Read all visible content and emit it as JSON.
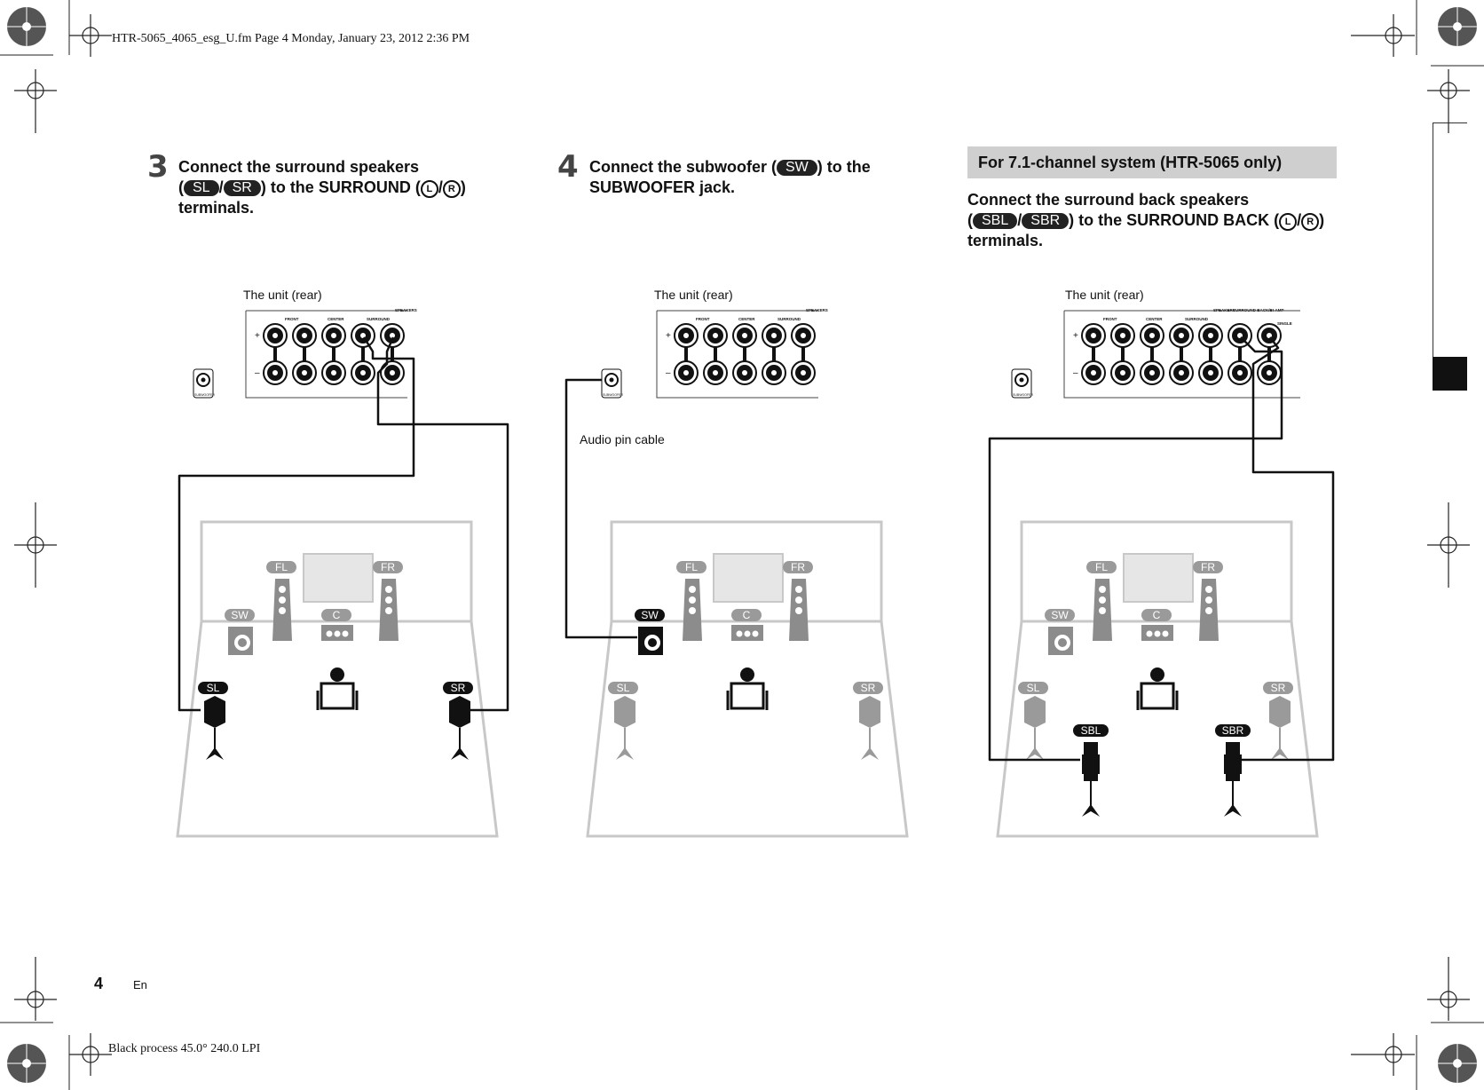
{
  "header": {
    "file_note": "HTR-5065_4065_esg_U.fm  Page 4  Monday, January 23, 2012  2:36 PM"
  },
  "footer": {
    "process_note": "Black process 45.0° 240.0 LPI",
    "page_number": "4",
    "language": "En"
  },
  "step3": {
    "number": "3",
    "line1": "Connect the surround speakers",
    "open_paren": "(",
    "pill_a": "SL",
    "slash": "/",
    "pill_b": "SR",
    "mid": ") to the SURROUND (",
    "circ_l": "L",
    "circ_r": "R",
    "close": ")",
    "line3": "terminals."
  },
  "step4": {
    "number": "4",
    "line1_a": "Connect the subwoofer (",
    "pill": "SW",
    "line1_b": ") to the",
    "line2": "SUBWOOFER jack."
  },
  "section71": {
    "banner": "For 7.1-channel system (HTR-5065 only)",
    "line1": "Connect the surround back speakers",
    "open_paren": "(",
    "pill_a": "SBL",
    "slash": "/",
    "pill_b": "SBR",
    "mid": ") to the SURROUND BACK (",
    "circ_l": "L",
    "circ_r": "R",
    "close": ")",
    "line3": "terminals."
  },
  "diagram_labels": {
    "unit_rear": "The unit (rear)",
    "audio_pin_cable": "Audio pin cable"
  },
  "panel_labels": {
    "speakers": "SPEAKERS",
    "front": "FRONT",
    "center": "CENTER",
    "surround": "SURROUND",
    "surround_back": "SURROUND BACK/BI-AMP",
    "single": "SINGLE",
    "subwoofer": "SUBWOOFER",
    "plus": "+",
    "minus": "–"
  },
  "speaker_labels": {
    "fl": "FL",
    "fr": "FR",
    "sw": "SW",
    "c": "C",
    "sl": "SL",
    "sr": "SR",
    "sbl": "SBL",
    "sbr": "SBR"
  }
}
